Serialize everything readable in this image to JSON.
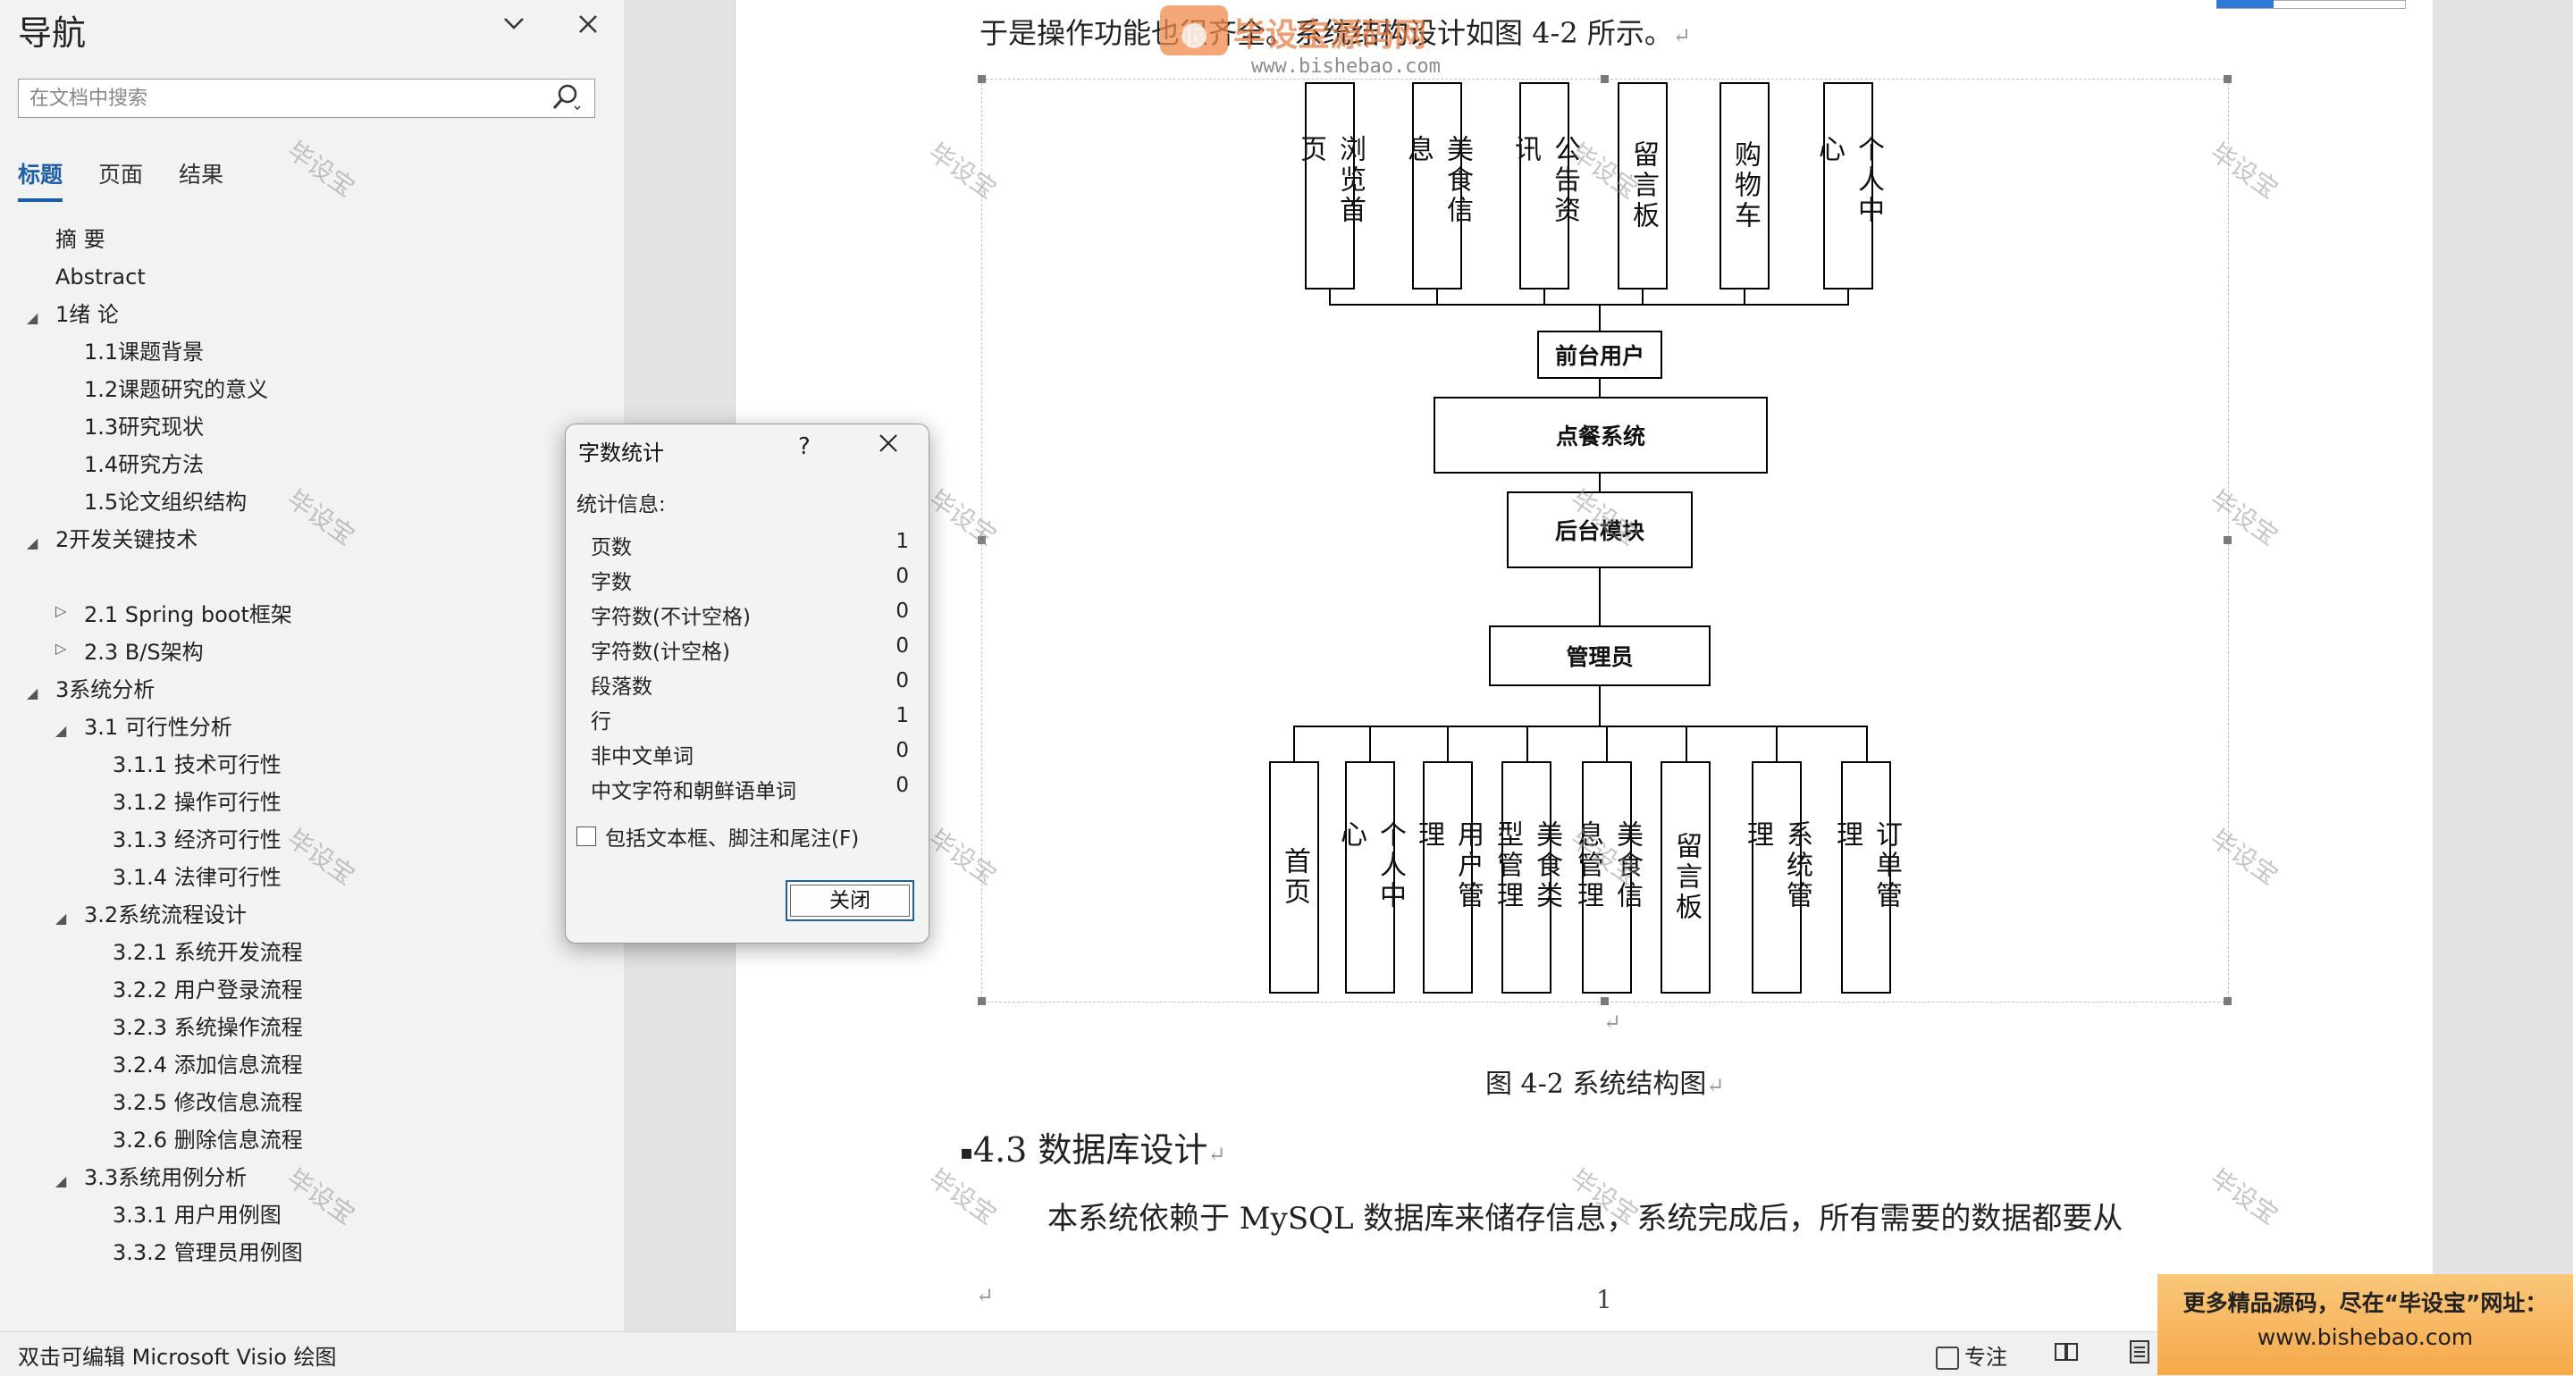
{
  "nav": {
    "title": "导航",
    "collapse_icon": "chevron-down-icon",
    "close_icon": "close-icon",
    "search_placeholder": "在文档中搜索",
    "tabs": [
      {
        "label": "标题"
      },
      {
        "label": "页面"
      },
      {
        "label": "结果"
      }
    ],
    "tree": [
      {
        "label": "摘  要"
      },
      {
        "label": "Abstract"
      },
      {
        "label": "1绪  论"
      },
      {
        "label": "1.1课题背景"
      },
      {
        "label": "1.2课题研究的意义"
      },
      {
        "label": "1.3研究现状"
      },
      {
        "label": "1.4研究方法"
      },
      {
        "label": "1.5论文组织结构"
      },
      {
        "label": "2开发关键技术"
      },
      {
        "label": "2.1 Spring boot框架"
      },
      {
        "label": "2.3 B/S架构"
      },
      {
        "label": "3系统分析"
      },
      {
        "label": "3.1 可行性分析"
      },
      {
        "label": "3.1.1 技术可行性"
      },
      {
        "label": "3.1.2 操作可行性"
      },
      {
        "label": "3.1.3 经济可行性"
      },
      {
        "label": "3.1.4 法律可行性"
      },
      {
        "label": "3.2系统流程设计"
      },
      {
        "label": "3.2.1 系统开发流程"
      },
      {
        "label": "3.2.2 用户登录流程"
      },
      {
        "label": "3.2.3 系统操作流程"
      },
      {
        "label": "3.2.4 添加信息流程"
      },
      {
        "label": "3.2.5 修改信息流程"
      },
      {
        "label": "3.2.6 删除信息流程"
      },
      {
        "label": "3.3系统用例分析"
      },
      {
        "label": "3.3.1 用户用例图"
      },
      {
        "label": "3.3.2 管理员用例图"
      }
    ]
  },
  "document": {
    "intro_line": "于是操作功能也很齐全。系统结构设计如图 4-2 所示。",
    "figure_caption": "图 4-2  系统结构图",
    "section_heading": "4.3  数据库设计",
    "body_line": "本系统依赖于 MySQL 数据库来储存信息，系统完成后，所有需要的数据都要从",
    "page_number": "1",
    "watermark_text": "毕设宝",
    "logo_text": "毕设宝源码网",
    "logo_url": "www.bishebao.com"
  },
  "diagram": {
    "top_modules": [
      "浏览首页",
      "美食信息",
      "公告资讯",
      "留言板",
      "购物车",
      "个人中心"
    ],
    "front_user": "前台用户",
    "system": "点餐系统",
    "backend": "后台模块",
    "admin": "管理员",
    "bottom_modules": [
      "首页",
      "个人中心",
      "用户管理",
      "美食类型管理",
      "美食信息管理",
      "留言板",
      "系统管理",
      "订单管理"
    ]
  },
  "dialog": {
    "title": "字数统计",
    "help": "?",
    "stats_label": "统计信息:",
    "stats": [
      {
        "label": "页数",
        "value": "1"
      },
      {
        "label": "字数",
        "value": "0"
      },
      {
        "label": "字符数(不计空格)",
        "value": "0"
      },
      {
        "label": "字符数(计空格)",
        "value": "0"
      },
      {
        "label": "段落数",
        "value": "0"
      },
      {
        "label": "行",
        "value": "1"
      },
      {
        "label": "非中文单词",
        "value": "0"
      },
      {
        "label": "中文字符和朝鲜语单词",
        "value": "0"
      }
    ],
    "checkbox_label": "包括文本框、脚注和尾注(F)",
    "checkbox_checked": false,
    "close_button": "关闭"
  },
  "status": {
    "left_text": "双击可编辑 Microsoft Visio 绘图",
    "focus": "专注"
  },
  "promo": {
    "line1": "更多精品源码，尽在“毕设宝”网址：",
    "line2": "www.bishebao.com"
  }
}
